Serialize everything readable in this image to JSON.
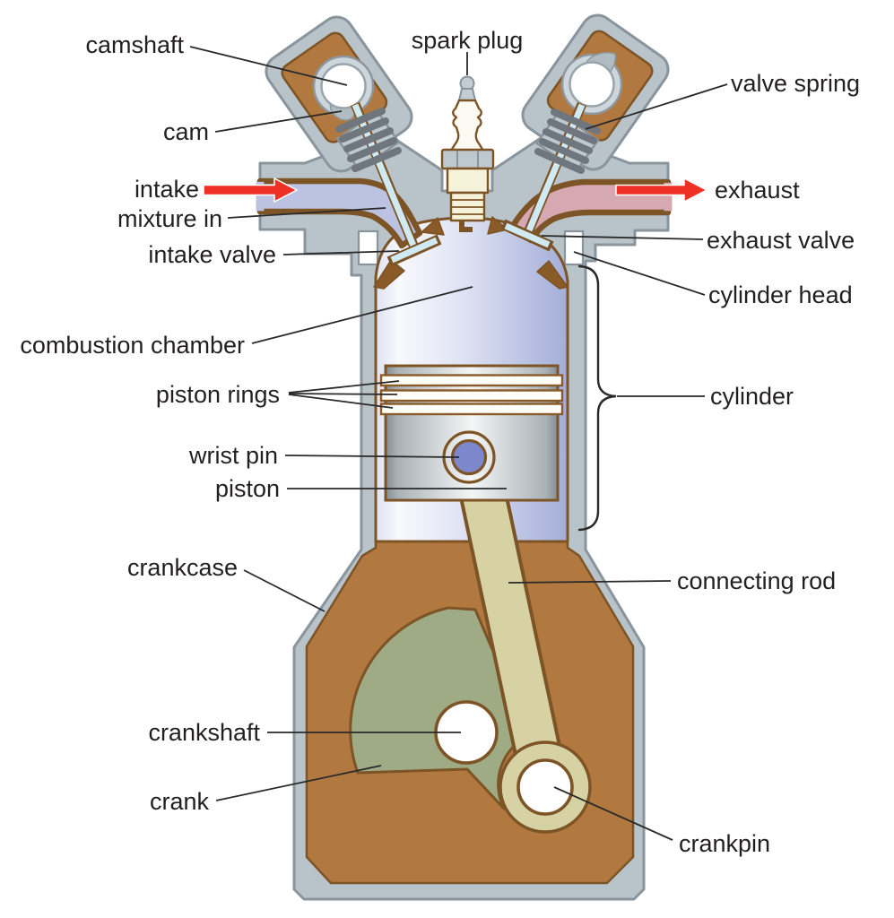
{
  "labels": {
    "camshaft": "camshaft",
    "cam": "cam",
    "intake": "intake",
    "mixture_in": "mixture in",
    "intake_valve": "intake valve",
    "combustion_chamber": "combustion chamber",
    "piston_rings": "piston rings",
    "wrist_pin": "wrist pin",
    "piston": "piston",
    "crankcase": "crankcase",
    "crankshaft": "crankshaft",
    "crank": "crank",
    "spark_plug": "spark plug",
    "valve_spring": "valve spring",
    "exhaust": "exhaust",
    "exhaust_valve": "exhaust valve",
    "cylinder_head": "cylinder head",
    "cylinder": "cylinder",
    "connecting_rod": "connecting rod",
    "crankpin": "crankpin"
  },
  "arrows": {
    "intake_direction": "right",
    "exhaust_direction": "right"
  },
  "colors": {
    "arrow_red": "#ee3124",
    "metal_gray": "#b8c3ca",
    "metal_outline": "#8a949c",
    "interior_brown": "#b1793f",
    "brown_outline": "#7d5426",
    "intake_port": "#bcc2e2",
    "exhaust_port": "#d6a8b1",
    "chamber_shade": "#a3aed9",
    "connecting_rod": "#d6d2a4",
    "crank_green": "#9fab85",
    "valve_cyan": "#cfeaf3",
    "wrist_pin_blue": "#7d88cc",
    "spring_gray": "#6f767d",
    "label_text": "#231f20"
  }
}
